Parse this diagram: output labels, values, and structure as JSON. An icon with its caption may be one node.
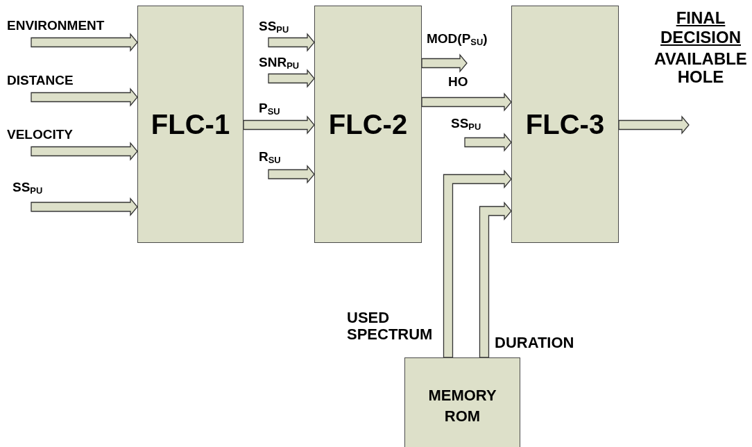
{
  "diagram": {
    "nodes": [
      {
        "text": [
          "FLC-1"
        ]
      },
      {
        "text": [
          "FLC-2"
        ]
      },
      {
        "text": [
          "FLC-3"
        ]
      },
      {
        "text": [
          "MEMORY ROM"
        ]
      }
    ],
    "edges": [
      {
        "from": null,
        "to": 0,
        "arrow": "to",
        "label": "ENVIRONMENT"
      },
      {
        "from": null,
        "to": 0,
        "arrow": "to",
        "label": "DISTANCE"
      },
      {
        "from": null,
        "to": 0,
        "arrow": "to",
        "label": "VELOCITY"
      },
      {
        "from": null,
        "to": 0,
        "arrow": "to",
        "label": "SS$_{PU}$"
      },
      {
        "from": null,
        "to": 1,
        "arrow": "to",
        "label": "SS$_{PU}$"
      },
      {
        "from": null,
        "to": 1,
        "arrow": "to",
        "label": "SNR$_{PU}$"
      },
      {
        "from": 0,
        "to": 1,
        "arrow": "to",
        "label": "P$_{SU}$"
      },
      {
        "from": null,
        "to": 1,
        "arrow": "to",
        "label": "R$_{SU}$"
      },
      {
        "from": 1,
        "to": null,
        "arrow": "to",
        "label": "MOD(P$_{SU}$)"
      },
      {
        "from": 1,
        "to": 2,
        "arrow": "to",
        "label": "HO"
      },
      {
        "from": null,
        "to": 2,
        "arrow": "to",
        "label": "SS$_{PU}$"
      },
      {
        "from": 3,
        "to": 2,
        "arrow": "to",
        "label": "USED SPECTRUM"
      },
      {
        "from": 3,
        "to": 2,
        "arrow": "to",
        "label": "DURATION"
      },
      {
        "from": 2,
        "to": null,
        "arrow": "to",
        "label": "AVAILABLE HOLE"
      }
    ],
    "labels": [
      "FINAL DECISION"
    ]
  }
}
